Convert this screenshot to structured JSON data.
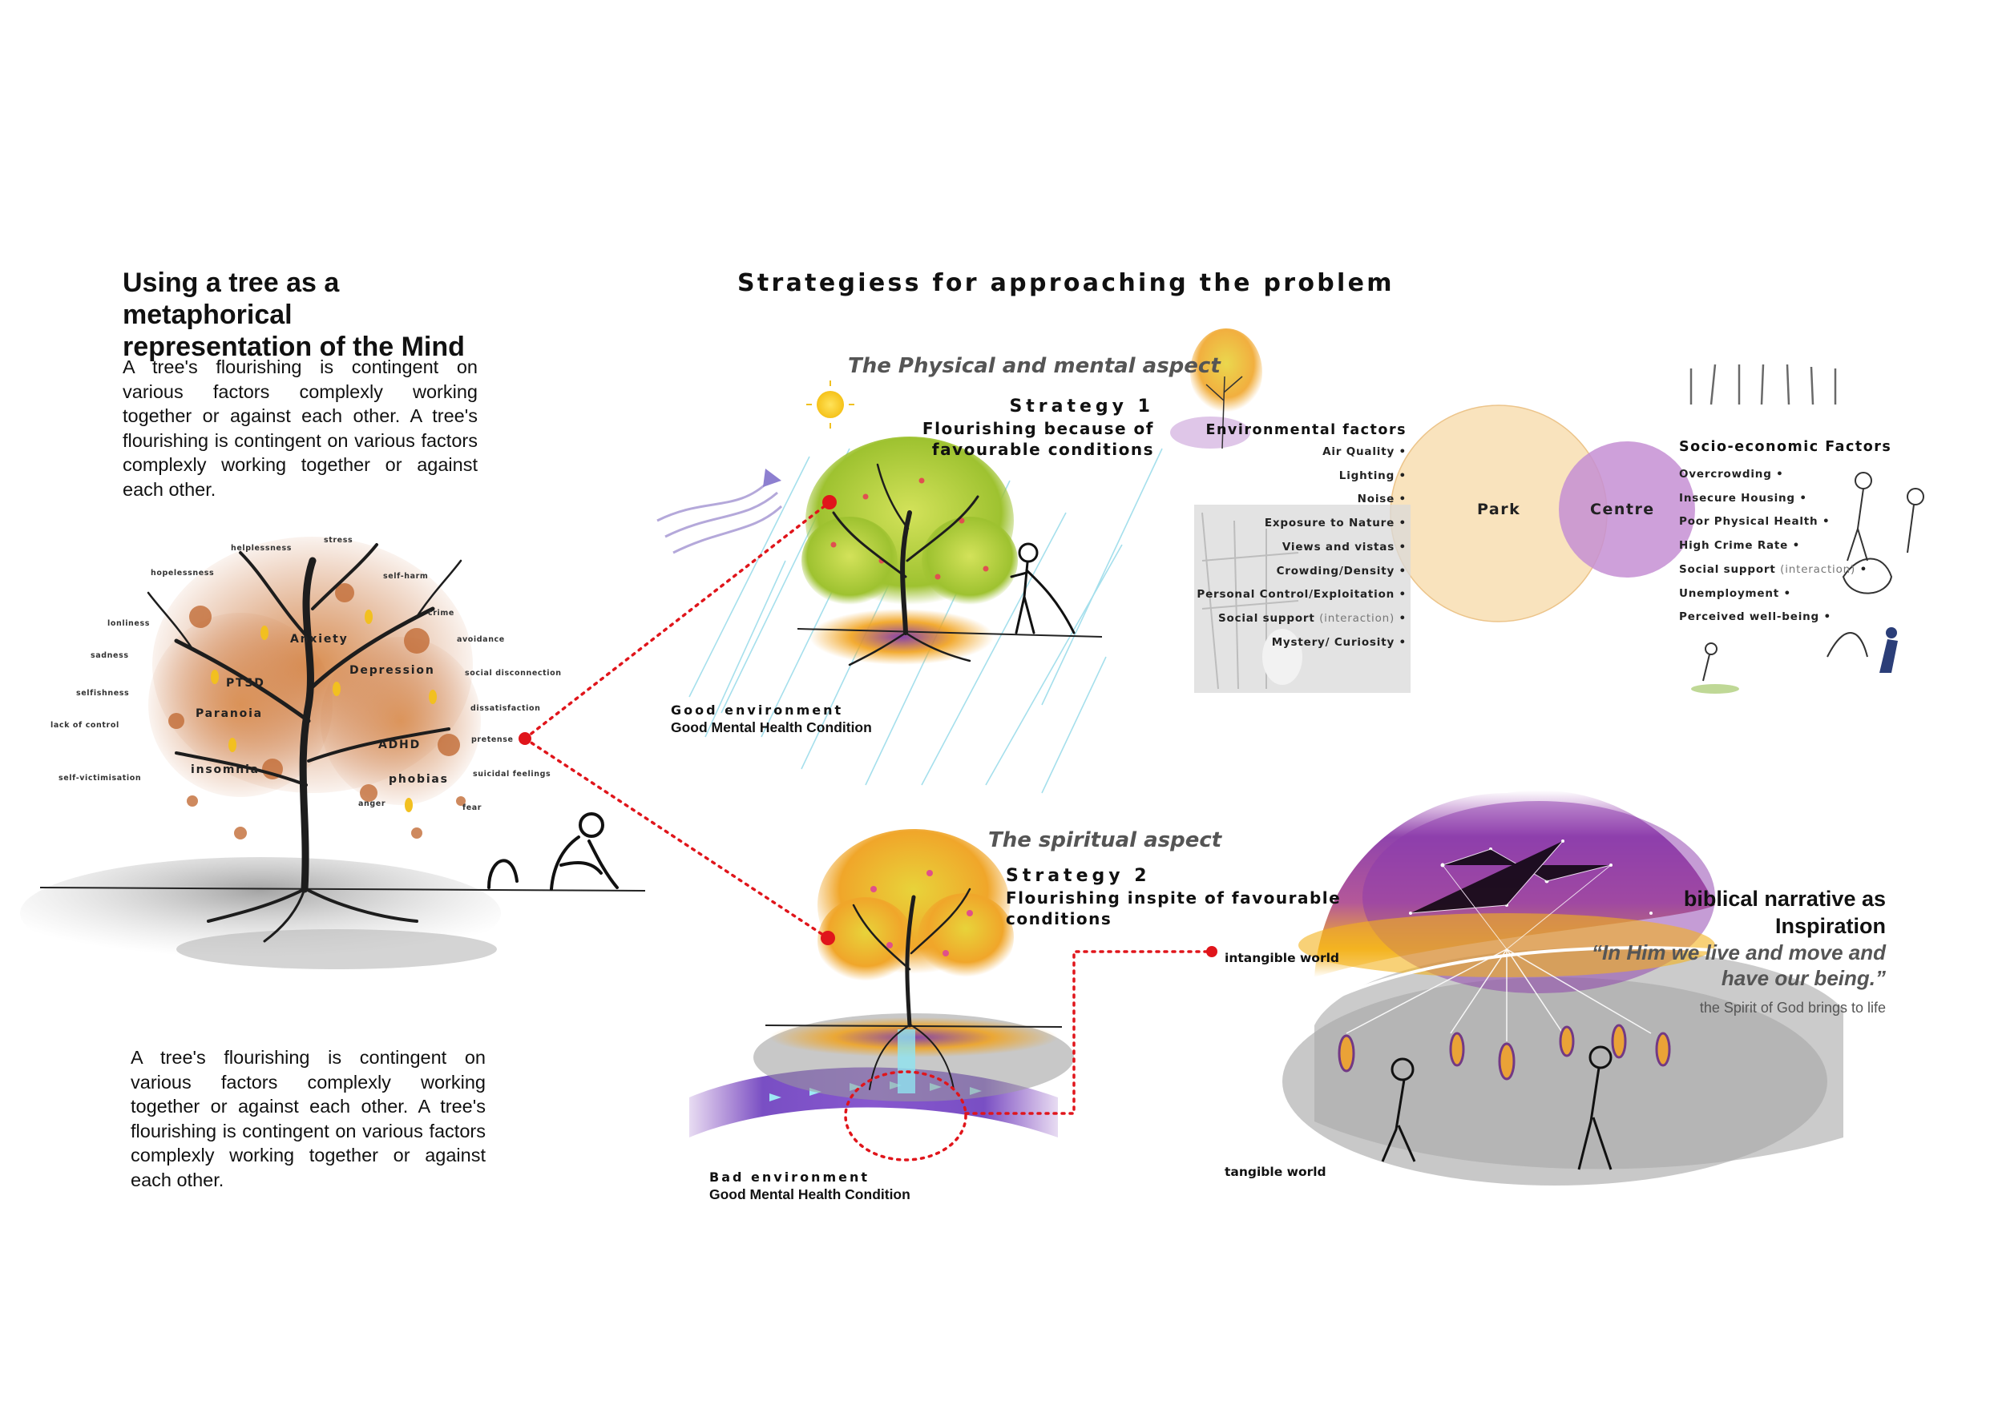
{
  "left": {
    "title_line1": "Using a tree as a metaphorical",
    "title_line2": "representation of the Mind",
    "paragraph_top": "A tree's flourishing is contingent on various factors complexly working together or against each other. A tree's flourishing is contingent on various factors complexly working together or against each other.",
    "paragraph_bottom": "A tree's flourishing is contingent on various factors complexly working together or against each other. A tree's flourishing is contingent on various factors complexly working together or against each other."
  },
  "tree_labels": {
    "small": [
      "helplessness",
      "stress",
      "hopelessness",
      "self-harm",
      "crime",
      "lonliness",
      "avoidance",
      "sadness",
      "social disconnection",
      "selfishness",
      "dissatisfaction",
      "lack of control",
      "pretense",
      "self-victimisation",
      "suicidal feelings",
      "anger",
      "fear"
    ],
    "big": [
      "Anxiety",
      "Depression",
      "PTSD",
      "Paranoia",
      "ADHD",
      "insomnia",
      "phobias"
    ]
  },
  "heading": "Strategiess for approaching the problem",
  "physical": {
    "aspect": "The Physical and mental aspect",
    "strategy_num": "Strategy 1",
    "strategy_line1": "Flourishing because of",
    "strategy_line2": "favourable conditions",
    "env_label": "Good environment",
    "condition": "Good Mental Health Condition"
  },
  "environmental": {
    "heading": "Environmental factors",
    "items": [
      {
        "text": "Air Quality",
        "extra": ""
      },
      {
        "text": "Lighting",
        "extra": ""
      },
      {
        "text": "Noise",
        "extra": ""
      },
      {
        "text": "Exposure to Nature",
        "extra": ""
      },
      {
        "text": "Views and vistas",
        "extra": ""
      },
      {
        "text": "Crowding/Density",
        "extra": ""
      },
      {
        "text": "Personal Control/Exploitation",
        "extra": ""
      },
      {
        "text": "Social support",
        "extra": "(interaction)"
      },
      {
        "text": "Mystery/ Curiosity",
        "extra": ""
      }
    ]
  },
  "venn": {
    "left": "Park",
    "right": "Centre"
  },
  "socio": {
    "heading": "Socio-economic Factors",
    "items": [
      {
        "text": "Overcrowding",
        "extra": ""
      },
      {
        "text": "Insecure Housing",
        "extra": ""
      },
      {
        "text": "Poor Physical Health",
        "extra": ""
      },
      {
        "text": "High Crime Rate",
        "extra": ""
      },
      {
        "text": "Social support",
        "extra": "(interaction)"
      },
      {
        "text": "Unemployment",
        "extra": ""
      },
      {
        "text": "Perceived well-being",
        "extra": ""
      }
    ]
  },
  "spiritual": {
    "aspect": "The spiritual aspect",
    "strategy_num": "Strategy 2",
    "strategy_line1": "Flourishing inspite of favourable",
    "strategy_line2": "conditions",
    "env_label": "Bad environment",
    "condition": "Good Mental Health Condition"
  },
  "biblical": {
    "title_line1": "biblical narrative as",
    "title_line2": "Inspiration",
    "quote_line1": "“In Him we live and move and",
    "quote_line2": "have our being.”",
    "subtitle": "the Spirit of God brings to life",
    "intangible": "intangible world",
    "tangible": "tangible world"
  },
  "colors": {
    "connector_red": "#e0151b",
    "park_fill": "#f9e3bd",
    "centre_fill": "#c58fd3",
    "autumn_leaf": "#c9763f",
    "spring_leaf": "#b4cf3a",
    "purple_glow": "#8a3ea8",
    "gold_glow": "#f2b21d"
  }
}
